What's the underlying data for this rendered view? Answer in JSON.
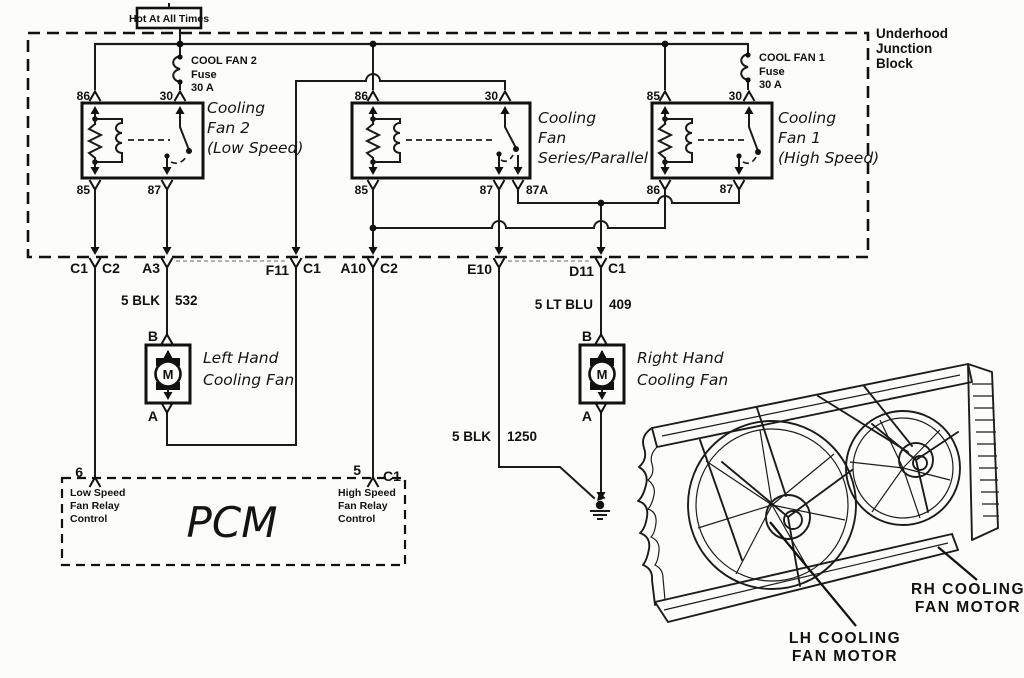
{
  "power": {
    "hot_label": "Hot At All Times"
  },
  "junction_block": {
    "line1": "Underhood",
    "line2": "Junction",
    "line3": "Block"
  },
  "fuse_fan2": {
    "name": "COOL FAN 2",
    "type": "Fuse",
    "rating": "30 A"
  },
  "fuse_fan1": {
    "name": "COOL FAN 1",
    "type": "Fuse",
    "rating": "30 A"
  },
  "relay_fan2": {
    "line1": "Cooling",
    "line2": "Fan 2",
    "line3": "(Low Speed)",
    "pin_top_left": "86",
    "pin_top_right": "30",
    "pin_bottom_left": "85",
    "pin_bottom_right": "87"
  },
  "relay_sp": {
    "line1": "Cooling",
    "line2": "Fan",
    "line3": "Series/Parallel",
    "pin_top_left": "86",
    "pin_top_right": "30",
    "pin_bottom_left": "85",
    "pin_bottom_mid": "87",
    "pin_bottom_right": "87A"
  },
  "relay_fan1": {
    "line1": "Cooling",
    "line2": "Fan 1",
    "line3": "(High Speed)",
    "pin_top_left": "85",
    "pin_top_right": "30",
    "pin_bottom_left": "86",
    "pin_bottom_right": "87"
  },
  "connectors": {
    "c1": "C1",
    "c2": "C2",
    "a3": "A3",
    "f11": "F11",
    "f11_c1": "C1",
    "a10": "A10",
    "a10_c2": "C2",
    "e10": "E10",
    "d11": "D11",
    "d11_c1": "C1"
  },
  "wire_532": {
    "spec": "5 BLK",
    "circuit": "532"
  },
  "wire_409": {
    "spec": "5 LT BLU",
    "circuit": "409"
  },
  "wire_1250": {
    "spec": "5 BLK",
    "circuit": "1250"
  },
  "motor_left": {
    "terminal_top": "B",
    "terminal_bottom": "A",
    "symbol": "M",
    "line1": "Left Hand",
    "line2": "Cooling Fan"
  },
  "motor_right": {
    "terminal_top": "B",
    "terminal_bottom": "A",
    "symbol": "M",
    "line1": "Right Hand",
    "line2": "Cooling Fan"
  },
  "pcm": {
    "name": "PCM",
    "pin_left": "6",
    "pin_right": "5",
    "pin_right_conn": "C1",
    "left_line1": "Low Speed",
    "left_line2": "Fan Relay",
    "left_line3": "Control",
    "right_line1": "High Speed",
    "right_line2": "Fan Relay",
    "right_line3": "Control"
  },
  "illustration": {
    "lh_line1": "LH COOLING",
    "lh_line2": "FAN MOTOR",
    "rh_line1": "RH COOLING",
    "rh_line2": "FAN MOTOR"
  },
  "colors": {
    "ink": "#1a1a1a",
    "background": "#fcfcfa"
  }
}
